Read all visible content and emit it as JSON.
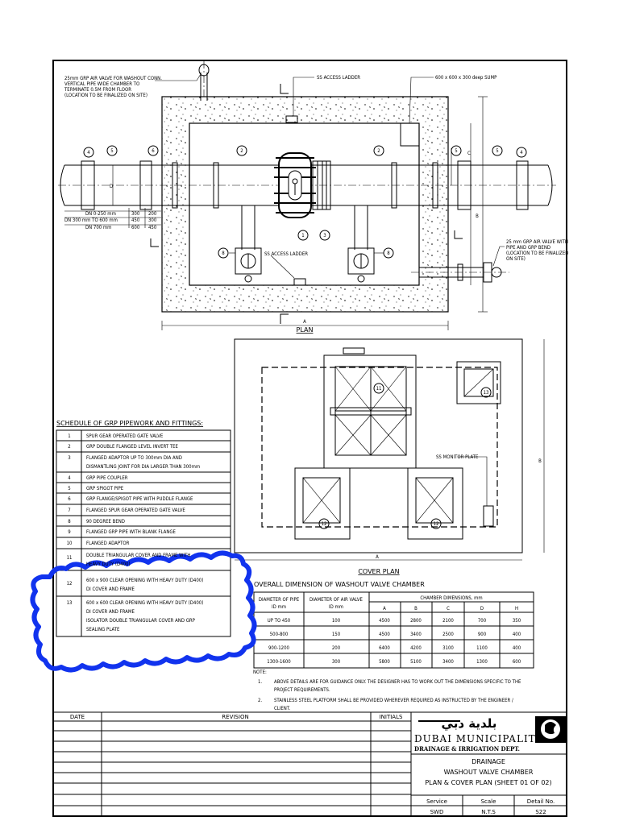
{
  "plan": {
    "title": "PLAN",
    "section_mark": "A",
    "labels": {
      "air_valve": [
        "25mm GRP AIR VALVE FOR WASHOUT CONN.",
        "VERTICAL PIPE WIDE CHAMBER TO",
        "TERMINATE 0.5M FROM FLOOR",
        "(LOCATION TO BE FINALIZED ON SITE)"
      ],
      "access_ladder_top": "SS ACCESS LADDER",
      "sump": "600 x 600 x 300 deep SUMP",
      "access_ladder_bottom": "SS ACCESS LADDER",
      "air_valve_right": [
        "25 mm GRP AIR VALVE WITH",
        "PIPE AND GRP BEND",
        "(LOCATION TO BE FINALIZED",
        "ON SITE)"
      ],
      "dims": [
        [
          "DN 0-250 mm",
          "300",
          "200"
        ],
        [
          "DN 300 mm TO 600 mm",
          "450",
          "300"
        ],
        [
          "DN 700 mm",
          "600",
          "450"
        ]
      ]
    },
    "bubbles": [
      "4",
      "5",
      "6",
      "2",
      "2",
      "5",
      "5",
      "4",
      "1",
      "3",
      "8",
      "8"
    ],
    "side_dims": [
      "B",
      "C",
      "D"
    ]
  },
  "cover_plan": {
    "title": "COVER PLAN",
    "dim_a": "A",
    "dim_b": "B",
    "frame_label": "SS MONITOR PLATE",
    "bubbles": [
      "11",
      "13",
      "12",
      "12"
    ]
  },
  "schedule": {
    "title": "SCHEDULE OF GRP PIPEWORK AND FITTINGS:",
    "rows": [
      {
        "no": "1",
        "text": [
          "SPUR GEAR OPERATED GATE VALVE"
        ]
      },
      {
        "no": "2",
        "text": [
          "GRP DOUBLE FLANGED LEVEL INVERT TEE"
        ]
      },
      {
        "no": "3",
        "text": [
          "FLANGED ADAPTOR UP TO 300mm DIA AND",
          "DISMANTLING JOINT FOR DIA LARGER THAN 300mm"
        ]
      },
      {
        "no": "4",
        "text": [
          "GRP PIPE COUPLER"
        ]
      },
      {
        "no": "5",
        "text": [
          "GRP SPIGOT PIPE"
        ]
      },
      {
        "no": "6",
        "text": [
          "GRP FLANGE/SPIGOT PIPE WITH PUDDLE FLANGE"
        ]
      },
      {
        "no": "7",
        "text": [
          "FLANGED SPUR GEAR OPERATED GATE VALVE"
        ]
      },
      {
        "no": "8",
        "text": [
          "90 DEGREE BEND"
        ]
      },
      {
        "no": "9",
        "text": [
          "FLANGED GRP PIPE WITH BLANK FLANGE"
        ]
      },
      {
        "no": "10",
        "text": [
          "FLANGED ADAPTOR"
        ]
      },
      {
        "no": "11",
        "text": [
          "DOUBLE TRIANGULAR COVER AND FRAME WITH",
          "HEAVY DUTY (D400)"
        ]
      },
      {
        "no": "12",
        "text": [
          "600 x 900 CLEAR OPENING WITH HEAVY DUTY (D400)",
          "DI COVER AND FRAME"
        ]
      },
      {
        "no": "13",
        "text": [
          "600 x 600 CLEAR OPENING WITH HEAVY DUTY (D400)",
          "DI COVER AND FRAME",
          "ISOLATOR DOUBLE TRIANGULAR COVER AND GRP",
          "SEALING PLATE"
        ]
      }
    ]
  },
  "dimension_table": {
    "title": "OVERALL DIMENSION OF WASHOUT VALVE CHAMBER",
    "head": {
      "c1": [
        "DIAMETER OF PIPE",
        "ID mm"
      ],
      "c2": [
        "DIAMETER OF AIR VALVE",
        "ID mm"
      ],
      "group": "CHAMBER DIMENSIONS, mm",
      "cols": [
        "A",
        "B",
        "C",
        "D",
        "H"
      ]
    },
    "rows": [
      [
        "UP TO 450",
        "100",
        "4500",
        "2800",
        "2100",
        "700",
        "350"
      ],
      [
        "500-800",
        "150",
        "4500",
        "3400",
        "2500",
        "900",
        "400"
      ],
      [
        "900-1200",
        "200",
        "6400",
        "4200",
        "3100",
        "1100",
        "400"
      ],
      [
        "1300-1600",
        "300",
        "5800",
        "5100",
        "3400",
        "1300",
        "600"
      ]
    ]
  },
  "notes": {
    "title": "NOTE:",
    "items": [
      {
        "no": "1.",
        "lines": [
          "ABOVE DETAILS ARE FOR GUIDANCE ONLY. THE DESIGNER HAS TO WORK OUT THE DIMENSIONS SPECIFIC TO THE",
          "PROJECT REQUIREMENTS."
        ]
      },
      {
        "no": "2.",
        "lines": [
          "STAINLESS STEEL PLATFORM SHALL BE PROVIDED WHEREVER REQUIRED AS INSTRUCTED BY THE ENGINEER /",
          "CLIENT."
        ]
      }
    ]
  },
  "title_block": {
    "date": "DATE",
    "revision": "REVISION",
    "initials": "INITIALS",
    "logo_arabic": "بلدية دبي",
    "org": "DUBAI MUNICIPALITY",
    "dept": "DRAINAGE & IRRIGATION DEPT.",
    "drawing_title": [
      "DRAINAGE",
      "WASHOUT VALVE CHAMBER",
      "PLAN & COVER PLAN (SHEET 01 OF 02)"
    ],
    "service_label": "Service",
    "service": "SWD",
    "scale_label": "Scale",
    "scale": "N.T.S",
    "detail_label": "Detail No.",
    "detail": "S22"
  },
  "markup_color": "#1133ee"
}
